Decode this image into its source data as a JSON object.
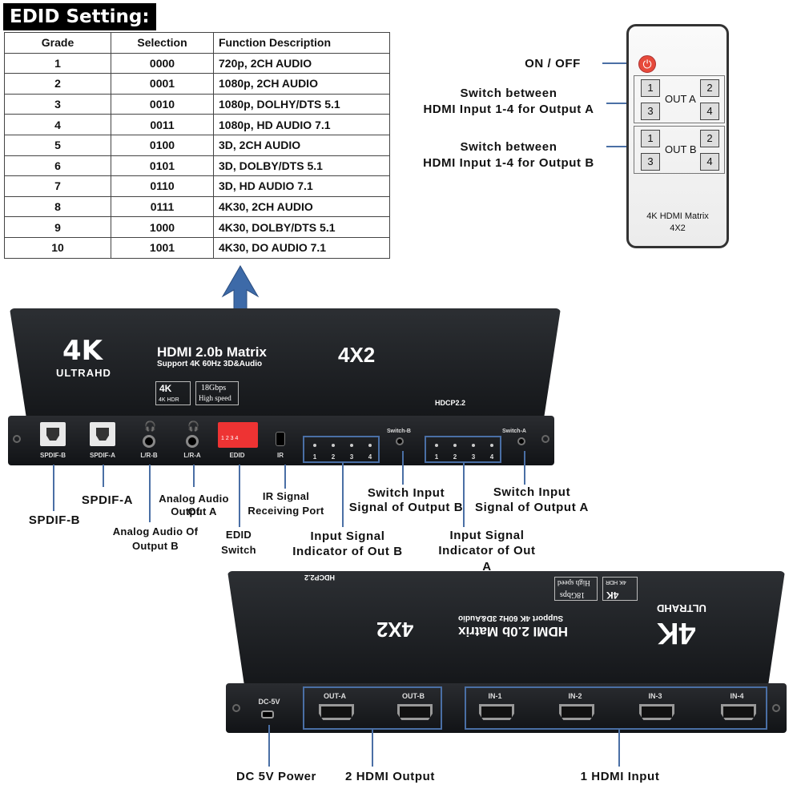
{
  "edid": {
    "title": "EDID Setting:",
    "headers": [
      "Grade",
      "Selection",
      "Function Description"
    ],
    "rows": [
      [
        "1",
        "0000",
        "720p, 2CH AUDIO"
      ],
      [
        "2",
        "0001",
        "1080p, 2CH AUDIO"
      ],
      [
        "3",
        "0010",
        "1080p, DOLHY/DTS 5.1"
      ],
      [
        "4",
        "0011",
        "1080p, HD AUDIO 7.1"
      ],
      [
        "5",
        "0100",
        "3D, 2CH AUDIO"
      ],
      [
        "6",
        "0101",
        "3D, DOLBY/DTS 5.1"
      ],
      [
        "7",
        "0110",
        "3D, HD AUDIO 7.1"
      ],
      [
        "8",
        "0111",
        "4K30, 2CH AUDIO"
      ],
      [
        "9",
        "1000",
        "4K30, DOLBY/DTS 5.1"
      ],
      [
        "10",
        "1001",
        "4K30, DO AUDIO 7.1"
      ]
    ]
  },
  "remote": {
    "power_label": "ON / OFF",
    "switch_a_label_1": "Switch between",
    "switch_a_label_2": "HDMI Input 1-4 for Output A",
    "switch_b_label_1": "Switch between",
    "switch_b_label_2": "HDMI Input 1-4 for Output B",
    "out_a": "OUT A",
    "out_b": "OUT B",
    "keys": [
      "1",
      "2",
      "3",
      "4"
    ],
    "model_1": "4K HDMI Matrix",
    "model_2": "4X2"
  },
  "device": {
    "brand_4k": "4K",
    "ultrahd": "ULTRAHD",
    "title": "HDMI 2.0b Matrix",
    "subtitle": "Support 4K 60Hz 3D&Audio",
    "model": "4X2",
    "badge_4k": "4K",
    "badge_hdr": "4K HDR",
    "badge_gbps": "18Gbps",
    "badge_speed": "High speed",
    "hdcp": "HDCP2.2",
    "front_ports": {
      "spdif_b": "SPDIF-B",
      "spdif_a": "SPDIF-A",
      "lr_b": "L/R-B",
      "lr_a": "L/R-A",
      "edid": "EDID",
      "ir": "IR",
      "switch_b": "Switch-B",
      "switch_a": "Switch-A",
      "leds": [
        "1",
        "2",
        "3",
        "4"
      ],
      "dip": "1 2 3 4"
    },
    "back_ports": {
      "dc": "DC-5V",
      "out_a": "OUT-A",
      "out_b": "OUT-B",
      "in_1": "IN-1",
      "in_2": "IN-2",
      "in_3": "IN-3",
      "in_4": "IN-4"
    }
  },
  "callouts": {
    "spdif_b": "SPDIF-B",
    "spdif_a": "SPDIF-A",
    "analog_a_1": "Analog Audio Of",
    "analog_a_2": "Output A",
    "analog_b_1": "Analog Audio Of",
    "analog_b_2": "Output B",
    "edid_1": "EDID",
    "edid_2": "Switch",
    "ir_1": "IR Signal",
    "ir_2": "Receiving Port",
    "ind_b_1": "Input Signal",
    "ind_b_2": "Indicator of Out B",
    "sw_b_1": "Switch Input",
    "sw_b_2": "Signal of Output B",
    "ind_a_1": "Input Signal",
    "ind_a_2": "Indicator of Out A",
    "sw_a_1": "Switch Input",
    "sw_a_2": "Signal of Output A",
    "dc_power": "DC 5V Power",
    "hdmi_output": "2 HDMI Output",
    "hdmi_input": "1 HDMI Input"
  },
  "colors": {
    "callout_line": "#4a6fa5",
    "power_button": "#e74a3b",
    "device_body": "#1c1e21"
  }
}
